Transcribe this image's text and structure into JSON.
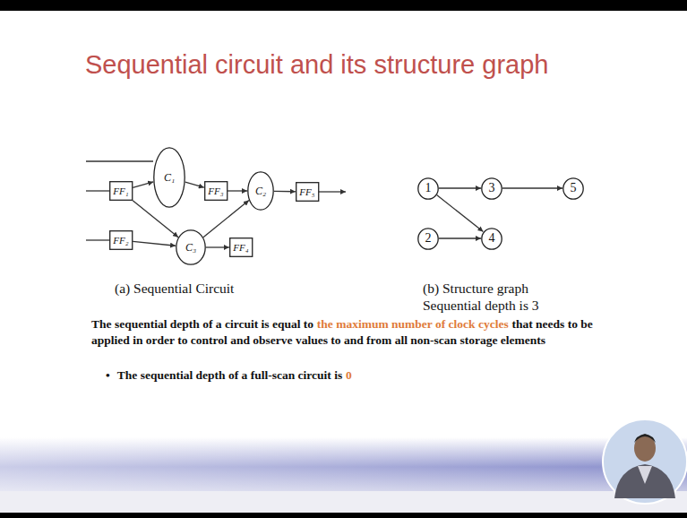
{
  "diagram": {
    "title": "Sequential circuit and its structure graph",
    "nodes": [
      {
        "text": [
          "FF₁"
        ]
      },
      {
        "text": [
          "C₁"
        ]
      },
      {
        "text": [
          "FF₃"
        ]
      },
      {
        "text": [
          "C₂"
        ]
      },
      {
        "text": [
          "FF₅"
        ]
      },
      {
        "text": [
          "FF₂"
        ]
      },
      {
        "text": [
          "C₃"
        ]
      },
      {
        "text": [
          "FF₄"
        ]
      },
      {
        "text": [
          "1"
        ]
      },
      {
        "text": [
          "3"
        ]
      },
      {
        "text": [
          "5"
        ]
      },
      {
        "text": [
          "2"
        ]
      },
      {
        "text": [
          "4"
        ]
      }
    ],
    "edges": [
      {
        "from": 0,
        "to": 1,
        "arrow": "to"
      },
      {
        "from": 0,
        "to": 6,
        "arrow": "to"
      },
      {
        "from": 5,
        "to": 6,
        "arrow": "to"
      },
      {
        "from": 1,
        "to": 2,
        "arrow": "to"
      },
      {
        "from": 2,
        "to": 3,
        "arrow": "to"
      },
      {
        "from": 6,
        "to": 3,
        "arrow": "to"
      },
      {
        "from": 3,
        "to": 4,
        "arrow": "to"
      },
      {
        "from": 6,
        "to": 7,
        "arrow": "to"
      },
      {
        "from": 8,
        "to": 9,
        "arrow": "to"
      },
      {
        "from": 9,
        "to": 10,
        "arrow": "to"
      },
      {
        "from": 8,
        "to": 12,
        "arrow": "to"
      },
      {
        "from": 11,
        "to": 12,
        "arrow": "to"
      }
    ],
    "labels": [
      "(a) Sequential Circuit",
      "(b) Structure graph",
      "Sequential depth is 3",
      "The sequential depth of a circuit is equal to",
      "the maximum number of clock cycles",
      "that needs to be applied in order to control and observe values to and from all non-scan storage elements",
      "•",
      "The sequential depth of a full-scan circuit is",
      "0"
    ]
  }
}
